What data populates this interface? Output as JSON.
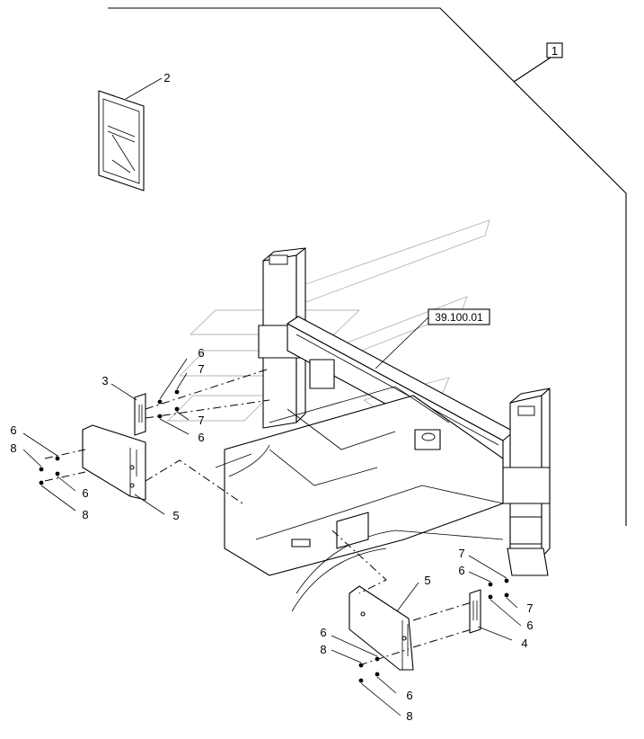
{
  "assembly": {
    "number": "1"
  },
  "reference": {
    "code": "39.100.01"
  },
  "callouts": [
    {
      "id": "c2",
      "text": "2"
    },
    {
      "id": "c3",
      "text": "3"
    },
    {
      "id": "c4",
      "text": "4"
    },
    {
      "id": "c5a",
      "text": "5"
    },
    {
      "id": "c5b",
      "text": "5"
    },
    {
      "id": "c6a",
      "text": "6"
    },
    {
      "id": "c6b",
      "text": "6"
    },
    {
      "id": "c6c",
      "text": "6"
    },
    {
      "id": "c6d",
      "text": "6"
    },
    {
      "id": "c6e",
      "text": "6"
    },
    {
      "id": "c6f",
      "text": "6"
    },
    {
      "id": "c6g",
      "text": "6"
    },
    {
      "id": "c6h",
      "text": "6"
    },
    {
      "id": "c7a",
      "text": "7"
    },
    {
      "id": "c7b",
      "text": "7"
    },
    {
      "id": "c7c",
      "text": "7"
    },
    {
      "id": "c7d",
      "text": "7"
    },
    {
      "id": "c8a",
      "text": "8"
    },
    {
      "id": "c8b",
      "text": "8"
    },
    {
      "id": "c8c",
      "text": "8"
    },
    {
      "id": "c8d",
      "text": "8"
    }
  ]
}
